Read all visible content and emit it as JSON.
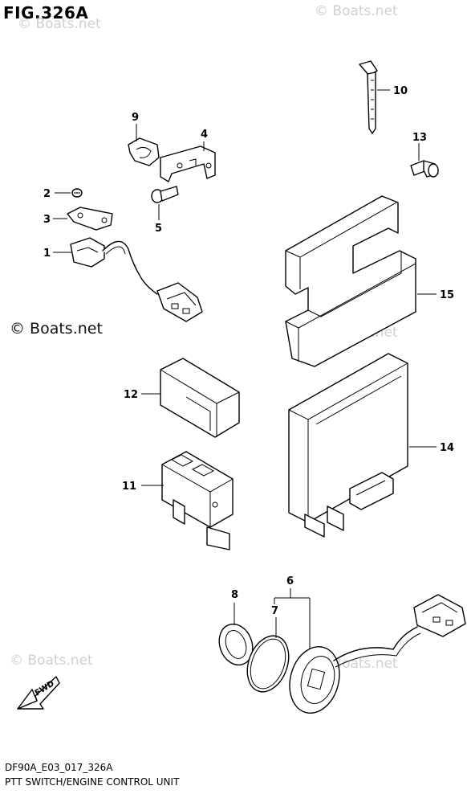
{
  "figure": {
    "title": "FIG.326A",
    "code": "DF90A_E03_017_326A",
    "caption": "PTT SWITCH/ENGINE CONTROL UNIT"
  },
  "watermarks": {
    "top_right": "© Boats.net",
    "top_left": "© Boats.net",
    "middle_left": "© Boats.net",
    "middle_right": "© Boats.net",
    "lower_left": "© Boats.net",
    "lower_right": "© Boats.net"
  },
  "direction_arrow": "FWD",
  "callouts": [
    "1",
    "2",
    "3",
    "4",
    "5",
    "6",
    "7",
    "8",
    "9",
    "10",
    "11",
    "12",
    "13",
    "14",
    "15"
  ]
}
